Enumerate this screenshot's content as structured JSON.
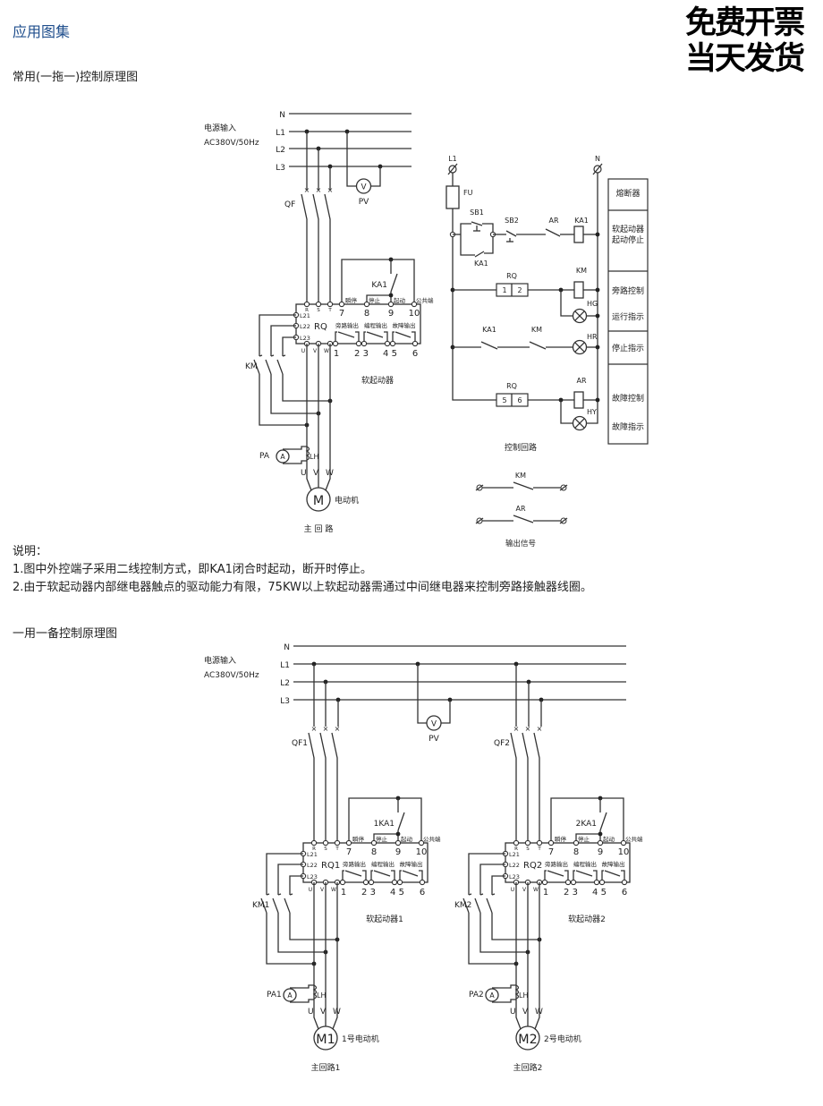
{
  "header": {
    "title": "应用图集",
    "promo_line1": "免费开票",
    "promo_line2": "当天发货"
  },
  "diagram1": {
    "title": "常用(一拖一)控制原理图",
    "power_input": "电源输入",
    "power_spec": "AC380V/50Hz",
    "bus": [
      "N",
      "L1",
      "L2",
      "L3"
    ],
    "voltmeter": "V",
    "voltmeter_label": "PV",
    "column": {
      "qf": "QF",
      "rq": "RQ",
      "ka": "KA1",
      "km": "KM",
      "pa": "PA",
      "ammeter": "A",
      "lh": "LH",
      "motor": "M",
      "motor_label": "电动机",
      "circuit_label": "主 回 路",
      "starter_label": "软起动器"
    },
    "control": {
      "l1": "L1",
      "n": "N",
      "fu": "FU",
      "sb1": "SB1",
      "sb2": "SB2",
      "ar": "AR",
      "ka1": "KA1",
      "ka1_contact": "KA1",
      "rq": "RQ",
      "rq_terms_a": [
        "1",
        "2"
      ],
      "km": "KM",
      "hg": "HG",
      "ka1_b": "KA1",
      "km_b": "KM",
      "hr": "HR",
      "rq_b": "RQ",
      "rq_terms_b": [
        "5",
        "6"
      ],
      "ar_b": "AR",
      "hy": "HY",
      "label": "控制回路",
      "table": [
        [
          "熔断器"
        ],
        [
          "软起动器",
          "起动停止"
        ],
        [
          "旁路控制",
          "运行指示"
        ],
        [
          "停止指示"
        ],
        [
          "故障控制",
          "故障指示"
        ]
      ]
    },
    "output": {
      "km": "KM",
      "ar": "AR",
      "label": "输出信号"
    }
  },
  "rq_block": {
    "top_terms": [
      "R",
      "S",
      "T"
    ],
    "nums_top": [
      "7",
      "8",
      "9",
      "10"
    ],
    "func_labels": [
      "瞬停",
      "停止",
      "起动",
      "公共端"
    ],
    "left_terms": [
      "L21",
      "L22",
      "L23"
    ],
    "out_labels": [
      "旁路输出",
      "编程输出",
      "故障输出"
    ],
    "bottom_terms": [
      "U",
      "V",
      "W"
    ],
    "nums_bottom": [
      "1",
      "2 3",
      "4 5",
      "6"
    ],
    "motor_terms": [
      "U",
      "V",
      "W"
    ]
  },
  "notes": {
    "heading": "说明：",
    "items": [
      "1.图中外控端子采用二线控制方式，即KA1闭合时起动，断开时停止。",
      "2.由于软起动器内部继电器触点的驱动能力有限，75KW以上软起动器需通过中间继电器来控制旁路接触器线圈。"
    ]
  },
  "diagram2": {
    "title": "一用一备控制原理图",
    "power_input": "电源输入",
    "power_spec": "AC380V/50Hz",
    "bus": [
      "N",
      "L1",
      "L2",
      "L3"
    ],
    "voltmeter": "V",
    "voltmeter_label": "PV",
    "columns": [
      {
        "qf": "QF1",
        "rq": "RQ1",
        "ka": "1KA1",
        "km": "KM1",
        "pa": "PA1",
        "ammeter": "A",
        "lh": "LH",
        "motor": "M1",
        "motor_label": "1号电动机",
        "circuit_label": "主回路1",
        "starter_label": "软起动器1"
      },
      {
        "qf": "QF2",
        "rq": "RQ2",
        "ka": "2KA1",
        "km": "KM2",
        "pa": "PA2",
        "ammeter": "A",
        "lh": "LH",
        "motor": "M2",
        "motor_label": "2号电动机",
        "circuit_label": "主回路2",
        "starter_label": "软起动器2"
      }
    ]
  }
}
